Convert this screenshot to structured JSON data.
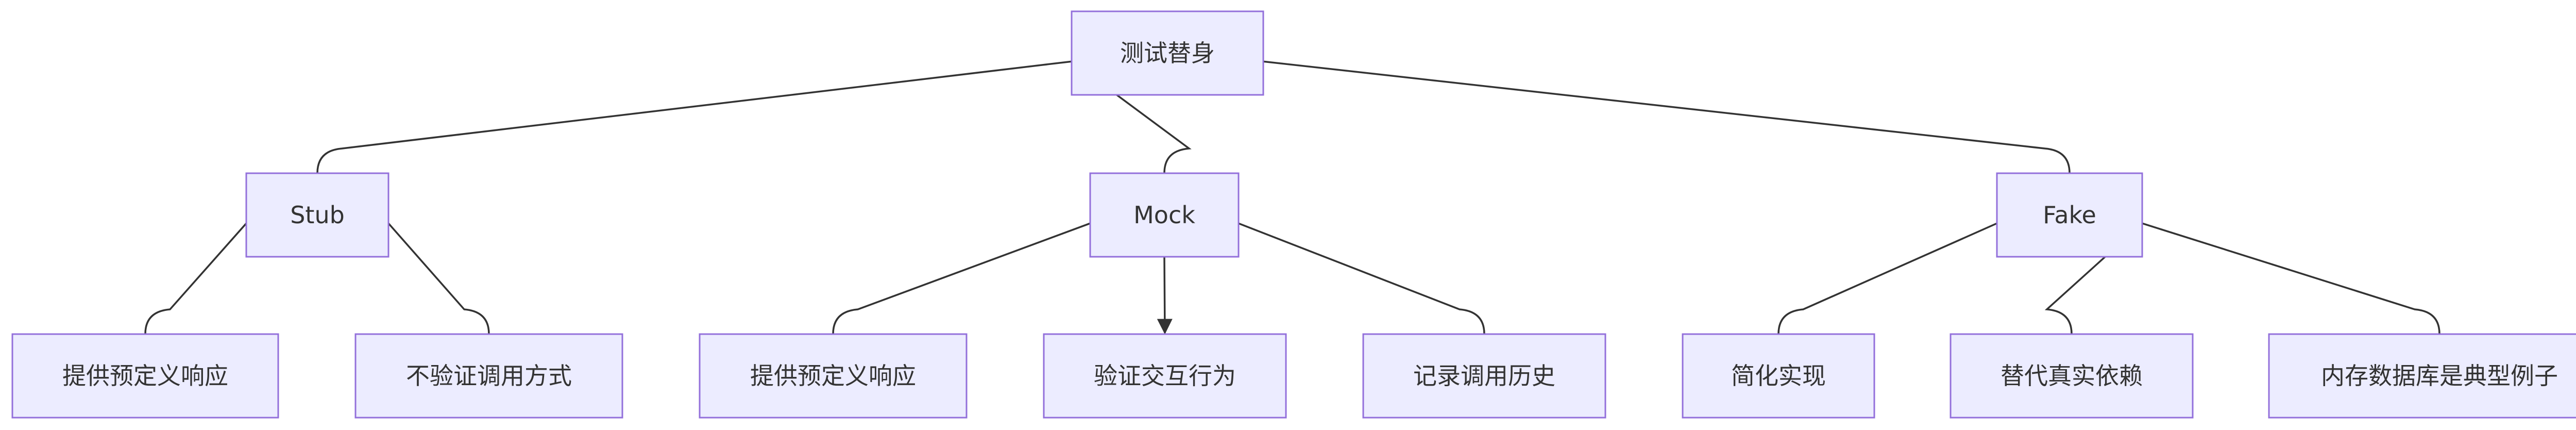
{
  "diagram": {
    "colors": {
      "node_fill": "#ececff",
      "node_border": "#9370db",
      "edge": "#333333",
      "text": "#333333",
      "background": "#ffffff"
    },
    "nodes": [
      {
        "id": "root",
        "label": "测试替身",
        "level": 0
      },
      {
        "id": "stub",
        "label": "Stub",
        "level": 1,
        "parent": "root"
      },
      {
        "id": "mock",
        "label": "Mock",
        "level": 1,
        "parent": "root"
      },
      {
        "id": "fake",
        "label": "Fake",
        "level": 1,
        "parent": "root"
      },
      {
        "id": "stub1",
        "label": "提供预定义响应",
        "level": 2,
        "parent": "stub"
      },
      {
        "id": "stub2",
        "label": "不验证调用方式",
        "level": 2,
        "parent": "stub"
      },
      {
        "id": "mock1",
        "label": "提供预定义响应",
        "level": 2,
        "parent": "mock"
      },
      {
        "id": "mock2",
        "label": "验证交互行为",
        "level": 2,
        "parent": "mock"
      },
      {
        "id": "mock3",
        "label": "记录调用历史",
        "level": 2,
        "parent": "mock"
      },
      {
        "id": "fake1",
        "label": "简化实现",
        "level": 2,
        "parent": "fake"
      },
      {
        "id": "fake2",
        "label": "替代真实依赖",
        "level": 2,
        "parent": "fake"
      },
      {
        "id": "fake3",
        "label": "内存数据库是典型例子",
        "level": 2,
        "parent": "fake"
      }
    ],
    "edges": [
      {
        "from": "root",
        "to": "stub"
      },
      {
        "from": "root",
        "to": "mock"
      },
      {
        "from": "root",
        "to": "fake"
      },
      {
        "from": "stub",
        "to": "stub1"
      },
      {
        "from": "stub",
        "to": "stub2"
      },
      {
        "from": "mock",
        "to": "mock1"
      },
      {
        "from": "mock",
        "to": "mock2"
      },
      {
        "from": "mock",
        "to": "mock3"
      },
      {
        "from": "fake",
        "to": "fake1"
      },
      {
        "from": "fake",
        "to": "fake2"
      },
      {
        "from": "fake",
        "to": "fake3"
      }
    ]
  }
}
